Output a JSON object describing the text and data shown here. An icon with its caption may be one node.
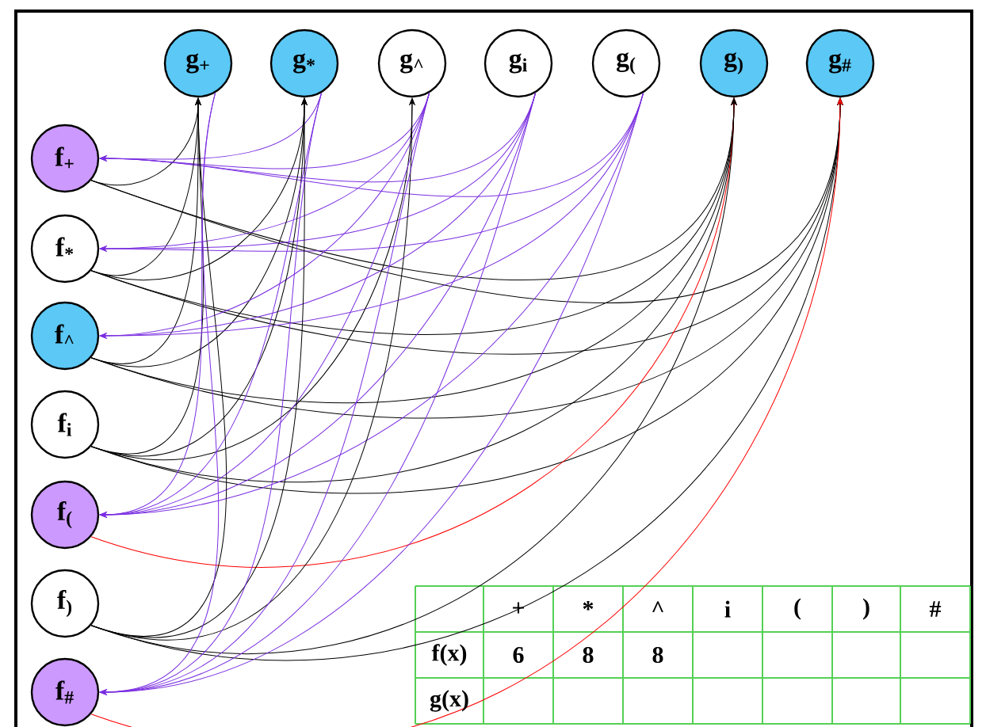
{
  "diagram": {
    "nodes": [
      {
        "text": [
          "g$_{+}$"
        ]
      },
      {
        "text": [
          "g$_{*}$"
        ]
      },
      {
        "text": [
          "g$_{^}$"
        ]
      },
      {
        "text": [
          "g$_{i}$"
        ]
      },
      {
        "text": [
          "g$_{(}$"
        ]
      },
      {
        "text": [
          "g$_{)}$"
        ]
      },
      {
        "text": [
          "g$_{#}$"
        ]
      },
      {
        "text": [
          "f$_{+}$"
        ]
      },
      {
        "text": [
          "f$_{*}$"
        ]
      },
      {
        "text": [
          "f$_{^}$"
        ]
      },
      {
        "text": [
          "f$_{i}$"
        ]
      },
      {
        "text": [
          "f$_{(}$"
        ]
      },
      {
        "text": [
          "f$_{)}$"
        ]
      },
      {
        "text": [
          "f$_{#}$"
        ]
      }
    ],
    "edges": [
      {
        "from": 7,
        "to": 0,
        "arrow": "to"
      },
      {
        "from": 7,
        "to": 5,
        "arrow": "to"
      },
      {
        "from": 7,
        "to": 6,
        "arrow": "to"
      },
      {
        "from": 1,
        "to": 7,
        "arrow": "to",
        "color": "#7a2ee0"
      },
      {
        "from": 2,
        "to": 7,
        "arrow": "to",
        "color": "#7a2ee0"
      },
      {
        "from": 3,
        "to": 7,
        "arrow": "to",
        "color": "#7a2ee0"
      },
      {
        "from": 4,
        "to": 7,
        "arrow": "to",
        "color": "#7a2ee0"
      },
      {
        "from": 8,
        "to": 0,
        "arrow": "to"
      },
      {
        "from": 8,
        "to": 1,
        "arrow": "to"
      },
      {
        "from": 8,
        "to": 5,
        "arrow": "to"
      },
      {
        "from": 8,
        "to": 6,
        "arrow": "to"
      },
      {
        "from": 2,
        "to": 8,
        "arrow": "to",
        "color": "#7a2ee0"
      },
      {
        "from": 3,
        "to": 8,
        "arrow": "to",
        "color": "#7a2ee0"
      },
      {
        "from": 4,
        "to": 8,
        "arrow": "to",
        "color": "#7a2ee0"
      },
      {
        "from": 9,
        "to": 0,
        "arrow": "to"
      },
      {
        "from": 9,
        "to": 1,
        "arrow": "to"
      },
      {
        "from": 9,
        "to": 5,
        "arrow": "to"
      },
      {
        "from": 9,
        "to": 6,
        "arrow": "to"
      },
      {
        "from": 2,
        "to": 9,
        "arrow": "to",
        "color": "#7a2ee0"
      },
      {
        "from": 3,
        "to": 9,
        "arrow": "to",
        "color": "#7a2ee0"
      },
      {
        "from": 4,
        "to": 9,
        "arrow": "to",
        "color": "#7a2ee0"
      },
      {
        "from": 10,
        "to": 0,
        "arrow": "to"
      },
      {
        "from": 10,
        "to": 1,
        "arrow": "to"
      },
      {
        "from": 10,
        "to": 2,
        "arrow": "to"
      },
      {
        "from": 10,
        "to": 5,
        "arrow": "to"
      },
      {
        "from": 10,
        "to": 6,
        "arrow": "to"
      },
      {
        "from": 0,
        "to": 11,
        "arrow": "to",
        "color": "#7a2ee0"
      },
      {
        "from": 1,
        "to": 11,
        "arrow": "to",
        "color": "#7a2ee0"
      },
      {
        "from": 2,
        "to": 11,
        "arrow": "to",
        "color": "#7a2ee0"
      },
      {
        "from": 3,
        "to": 11,
        "arrow": "to",
        "color": "#7a2ee0"
      },
      {
        "from": 4,
        "to": 11,
        "arrow": "to",
        "color": "#7a2ee0"
      },
      {
        "from": 11,
        "to": 5,
        "arrow": "to",
        "color": "#ff0000"
      },
      {
        "from": 12,
        "to": 0,
        "arrow": "to"
      },
      {
        "from": 12,
        "to": 1,
        "arrow": "to"
      },
      {
        "from": 12,
        "to": 2,
        "arrow": "to"
      },
      {
        "from": 12,
        "to": 5,
        "arrow": "to"
      },
      {
        "from": 12,
        "to": 6,
        "arrow": "to"
      },
      {
        "from": 0,
        "to": 13,
        "arrow": "to",
        "color": "#7a2ee0"
      },
      {
        "from": 1,
        "to": 13,
        "arrow": "to",
        "color": "#7a2ee0"
      },
      {
        "from": 2,
        "to": 13,
        "arrow": "to",
        "color": "#7a2ee0"
      },
      {
        "from": 3,
        "to": 13,
        "arrow": "to",
        "color": "#7a2ee0"
      },
      {
        "from": 4,
        "to": 13,
        "arrow": "to",
        "color": "#7a2ee0"
      },
      {
        "from": 13,
        "to": 6,
        "arrow": "to",
        "color": "#ff0000"
      }
    ],
    "labels": [
      "+",
      "*",
      "^",
      "i",
      "(",
      ")",
      "#",
      "f(x)",
      "6",
      "8",
      "8",
      "g(x)"
    ]
  }
}
